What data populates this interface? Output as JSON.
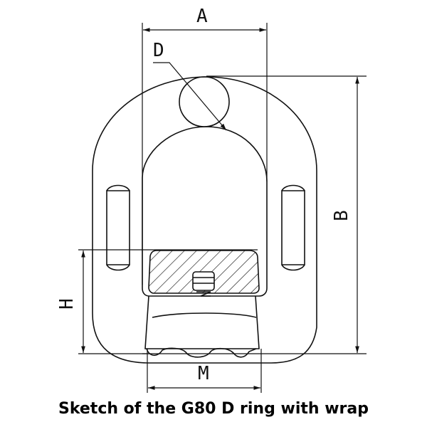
{
  "figure": {
    "caption": "Sketch of the G80 D ring with wrap",
    "dimensions": {
      "A": "A",
      "B": "B",
      "D": "D",
      "H": "H",
      "M": "M"
    },
    "colors": {
      "line": "#111111",
      "background": "#ffffff",
      "highlight": "#2a2acc"
    }
  }
}
